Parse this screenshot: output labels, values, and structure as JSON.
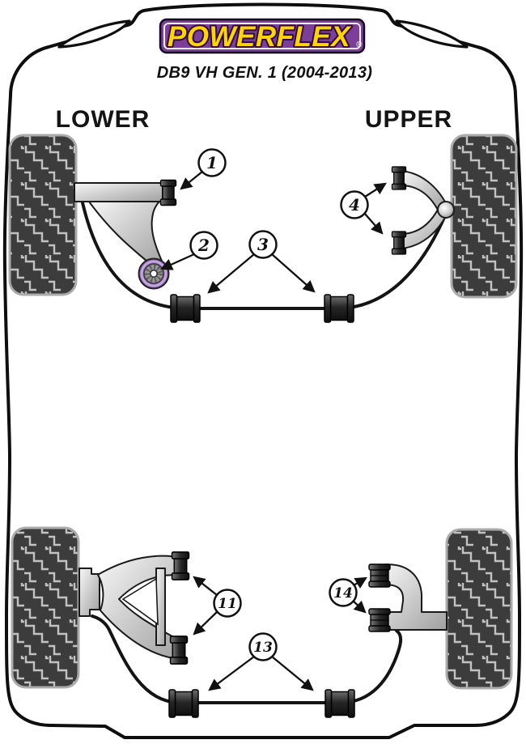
{
  "header": {
    "brand": "POWERFLEX",
    "registered_mark": "®",
    "model": "DB9 VH GEN. 1 (2004-2013)"
  },
  "labels": {
    "left": "LOWER",
    "right": "UPPER"
  },
  "callouts": [
    {
      "label": "1"
    },
    {
      "label": "2"
    },
    {
      "label": "3"
    },
    {
      "label": "4"
    },
    {
      "label": "11"
    },
    {
      "label": "13"
    },
    {
      "label": "14"
    }
  ],
  "colors": {
    "brand_purple": "#7b3f98",
    "brand_yellow": "#ffd400",
    "bushing_purple": "#8a5fae",
    "diagram_ink": "#111111"
  }
}
